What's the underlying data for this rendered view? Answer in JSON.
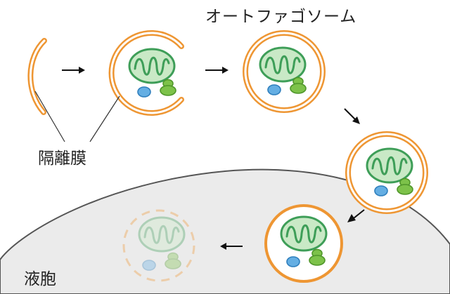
{
  "labels": {
    "autophagosome": "オートファゴソーム",
    "isolation_membrane": "隔離膜",
    "vacuole": "液胞"
  },
  "colors": {
    "membrane": "#ee9633",
    "mitochondria_fill": "#c9e9c6",
    "mitochondria_stroke": "#3e9e58",
    "blue_particle": "#64aee3",
    "green_particle": "#7dc24a",
    "vacuole_fill": "#ebebeb",
    "vacuole_stroke": "#555555"
  }
}
